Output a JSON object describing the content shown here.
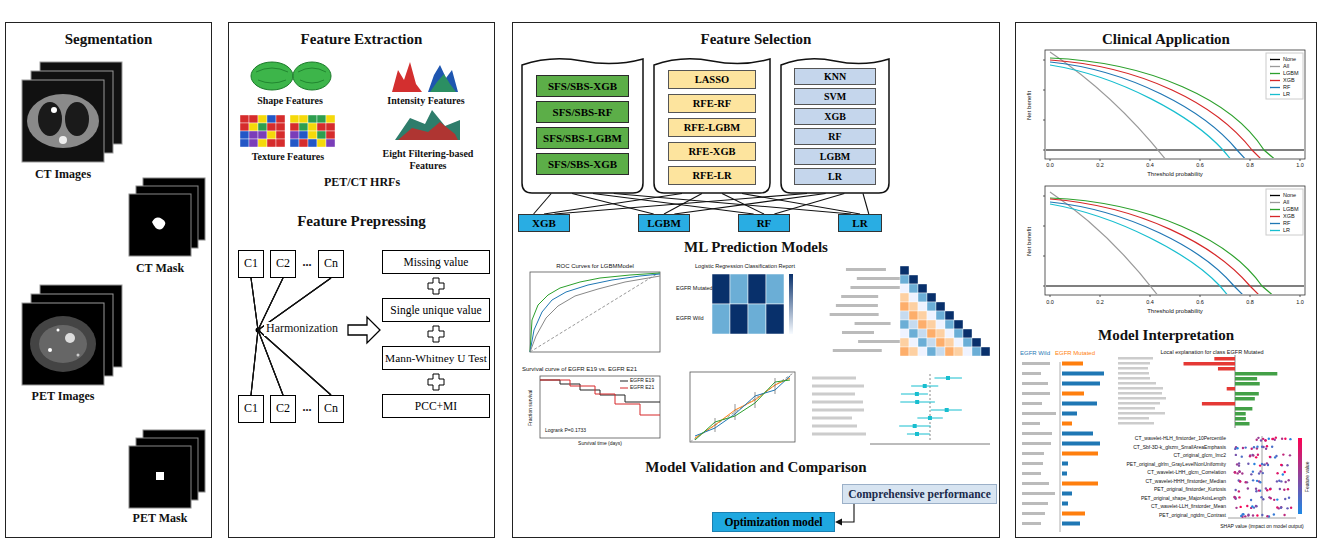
{
  "diagram": {
    "nodes": [
      {
        "text": [
          "Segmentation"
        ]
      },
      {
        "text": [
          "Feature Extraction",
          "Feature Prepressing"
        ]
      },
      {
        "text": [
          "Feature Selection",
          "ML Prediction Models",
          "Model Validation and Comparison"
        ]
      },
      {
        "text": [
          "Clinical Application",
          "Model Interpretation"
        ]
      },
      {
        "text": [
          "C1"
        ],
        "in": 1
      },
      {
        "text": [
          "C2"
        ],
        "in": 1
      },
      {
        "text": [
          "Cn"
        ],
        "in": 1
      },
      {
        "text": [
          "Missing value"
        ],
        "in": 1
      },
      {
        "text": [
          "Single unique value"
        ],
        "in": 1
      },
      {
        "text": [
          "Mann-Whitney U Test"
        ],
        "in": 1
      },
      {
        "text": [
          "PCC+MI"
        ],
        "in": 1
      },
      {
        "text": [
          "C1"
        ],
        "in": 1
      },
      {
        "text": [
          "C2"
        ],
        "in": 1
      },
      {
        "text": [
          "Cn"
        ],
        "in": 1
      },
      {
        "text": [],
        "in": 2
      },
      {
        "text": [
          "SFS/SBS-XGB"
        ],
        "in": 14
      },
      {
        "text": [
          "SFS/SBS-RF"
        ],
        "in": 14
      },
      {
        "text": [
          "SFS/SBS-LGBM"
        ],
        "in": 14
      },
      {
        "text": [
          "SFS/SBS-XGB"
        ],
        "in": 14
      },
      {
        "text": [],
        "in": 2
      },
      {
        "text": [
          "LASSO"
        ],
        "in": 19
      },
      {
        "text": [
          "RFE-RF"
        ],
        "in": 19
      },
      {
        "text": [
          "RFE-LGBM"
        ],
        "in": 19
      },
      {
        "text": [
          "RFE-XGB"
        ],
        "in": 19
      },
      {
        "text": [
          "RFE-LR"
        ],
        "in": 19
      },
      {
        "text": [],
        "in": 2
      },
      {
        "text": [
          "KNN"
        ],
        "in": 25
      },
      {
        "text": [
          "SVM"
        ],
        "in": 25
      },
      {
        "text": [
          "XGB"
        ],
        "in": 25
      },
      {
        "text": [
          "RF"
        ],
        "in": 25
      },
      {
        "text": [
          "LGBM"
        ],
        "in": 25
      },
      {
        "text": [
          "LR"
        ],
        "in": 25
      },
      {
        "text": [
          "XGB"
        ],
        "in": 2
      },
      {
        "text": [
          "LGBM"
        ],
        "in": 2
      },
      {
        "text": [
          "RF"
        ],
        "in": 2
      },
      {
        "text": [
          "LR"
        ],
        "in": 2
      },
      {
        "text": [
          "Comprehensive performance"
        ],
        "in": 2
      },
      {
        "text": [
          "Optimization model"
        ],
        "in": 2
      }
    ],
    "edges": [
      {
        "from": 4,
        "to": 11,
        "arrow": "none"
      },
      {
        "from": 4,
        "to": 12,
        "arrow": "none"
      },
      {
        "from": 4,
        "to": 13,
        "arrow": "none"
      },
      {
        "from": 5,
        "to": 11,
        "arrow": "none"
      },
      {
        "from": 5,
        "to": 12,
        "arrow": "none"
      },
      {
        "from": 5,
        "to": 13,
        "arrow": "none"
      },
      {
        "from": 6,
        "to": 11,
        "arrow": "none"
      },
      {
        "from": 6,
        "to": 12,
        "arrow": "none"
      },
      {
        "from": 6,
        "to": 13,
        "arrow": "none"
      },
      {
        "from": 14,
        "to": 32,
        "arrow": "none"
      },
      {
        "from": 14,
        "to": 33,
        "arrow": "none"
      },
      {
        "from": 14,
        "to": 34,
        "arrow": "none"
      },
      {
        "from": 14,
        "to": 35,
        "arrow": "none"
      },
      {
        "from": 19,
        "to": 32,
        "arrow": "none"
      },
      {
        "from": 19,
        "to": 33,
        "arrow": "none"
      },
      {
        "from": 19,
        "to": 34,
        "arrow": "none"
      },
      {
        "from": 19,
        "to": 35,
        "arrow": "none"
      },
      {
        "from": 25,
        "to": 32,
        "arrow": "none"
      },
      {
        "from": 25,
        "to": 33,
        "arrow": "none"
      },
      {
        "from": 25,
        "to": 34,
        "arrow": "none"
      },
      {
        "from": 25,
        "to": 35,
        "arrow": "none"
      },
      {
        "from": 36,
        "to": 37,
        "arrow": "to"
      }
    ],
    "labels": [
      "CT Images",
      "CT Mask",
      "PET Images",
      "PET Mask",
      "Shape Features",
      "Intensity Features",
      "Texture Features",
      "Eight Filtering-based Features",
      "PET/CT HRFs",
      "...",
      "Harmonization",
      "...",
      "ROC Curves for LGBMModel",
      "Logistic Regression Classification Report",
      "EGFR Mutated",
      "EGFR Wild",
      "Survival curve of EGFR E19 vs. EGFR E21",
      "EGFR E19",
      "EGFR E21",
      "Logrank P=0.1733",
      "Survival time (days)",
      "Fraction survival",
      "Threshold probability",
      "Net benefit",
      "Threshold probability",
      "Net benefit",
      "EGFR Wild",
      "EGFR Mutated",
      "Local explanation for class EGFR Mutated",
      "SHAP value (impact on model output)",
      "Feature value",
      "CT_wavelet-HLH_firstorder_10Percentile",
      "CT_Sbf-3D-k_glszm_SmallAreaEmphasis",
      "CT_original_glcm_Imc2",
      "PET_original_glrlm_GrayLevelNonUniformity",
      "CT_wavelet-LHH_glcm_Correlation",
      "CT_wavelet-HHH_firstorder_Median",
      "PET_original_firstorder_Kurtosis",
      "PET_original_shape_MajorAxisLength",
      "CT_wavelet-LLH_firstorder_Mean",
      "PET_original_ngtdm_Contrast",
      "0.0",
      "0.2",
      "0.4",
      "0.6",
      "0.8",
      "1.0",
      "0.0",
      "0.2",
      "0.4",
      "0.6",
      "0.8",
      "1.0"
    ],
    "legend": [
      {
        "text": "None"
      },
      {
        "text": "All"
      },
      {
        "text": "LGBM"
      },
      {
        "text": "XGB"
      },
      {
        "text": "RF"
      },
      {
        "text": "LR"
      },
      {
        "text": "None"
      },
      {
        "text": "All"
      },
      {
        "text": "LGBM"
      },
      {
        "text": "XGB"
      },
      {
        "text": "RF"
      },
      {
        "text": "LR"
      }
    ]
  }
}
